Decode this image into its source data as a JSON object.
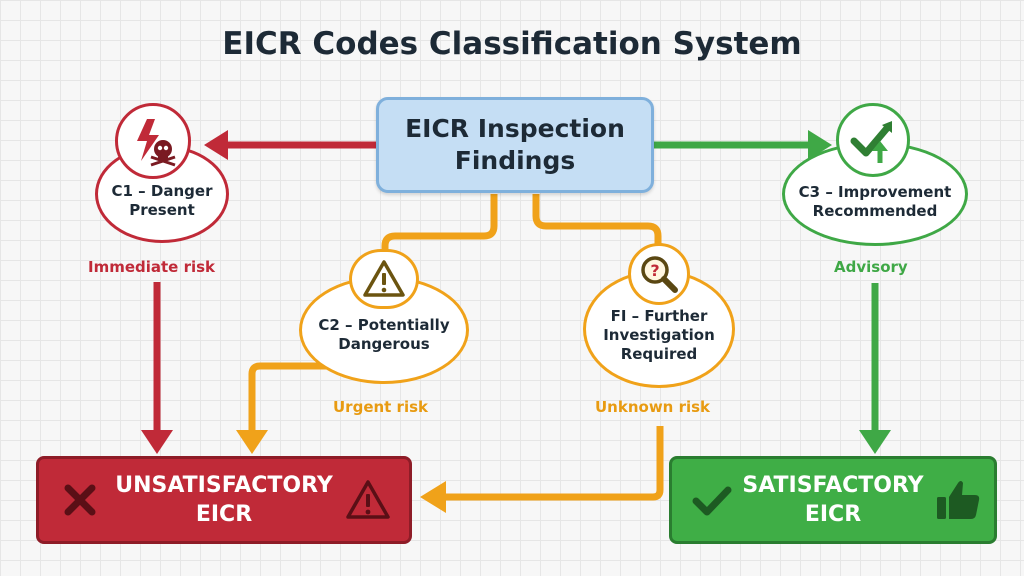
{
  "title": "EICR Codes Classification System",
  "root": {
    "line1": "EICR Inspection",
    "line2": "Findings"
  },
  "codes": {
    "c1": {
      "line1": "C1 – Danger",
      "line2": "Present",
      "risk": "Immediate risk",
      "icon": "danger-skull-icon"
    },
    "c2": {
      "line1": "C2 – Potentially",
      "line2": "Dangerous",
      "risk": "Urgent risk",
      "icon": "warning-triangle-icon"
    },
    "fi": {
      "line1": "FI – Further",
      "line2": "Investigation",
      "line3": "Required",
      "risk": "Unknown risk",
      "icon": "magnifier-question-icon"
    },
    "c3": {
      "line1": "C3 – Improvement",
      "line2": "Recommended",
      "risk": "Advisory",
      "icon": "check-arrow-up-icon"
    }
  },
  "outcomes": {
    "unsatisfactory": {
      "line1": "UNSATISFACTORY",
      "line2": "EICR",
      "icons": [
        "cross-icon",
        "warning-triangle-icon"
      ]
    },
    "satisfactory": {
      "line1": "SATISFACTORY",
      "line2": "EICR",
      "icons": [
        "check-icon",
        "thumbs-up-icon"
      ]
    }
  },
  "colors": {
    "danger": "#c02a38",
    "warning": "#f0a21a",
    "advisory": "#3fa846",
    "root_fill": "#c5def4",
    "root_border": "#7fb0dc",
    "text": "#1d2a36"
  }
}
